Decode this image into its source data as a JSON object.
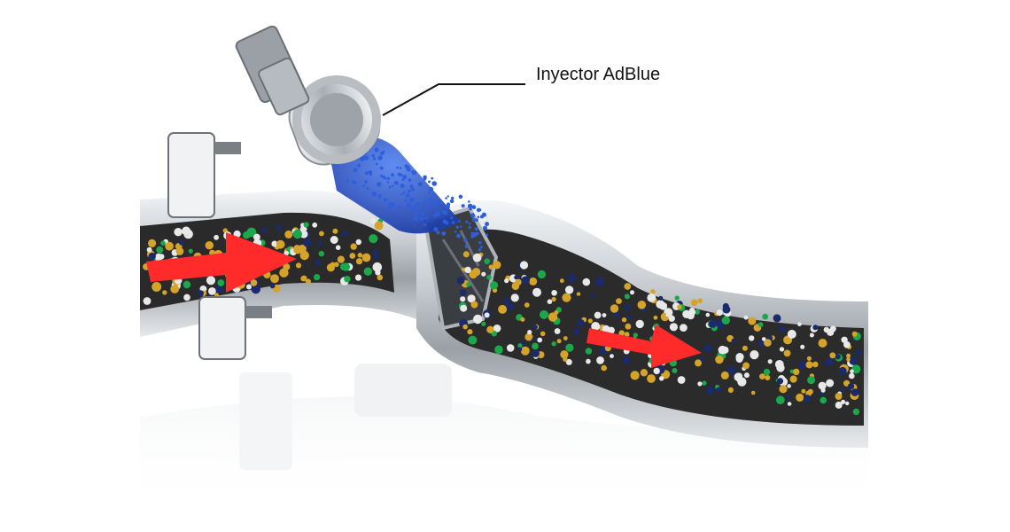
{
  "labels": {
    "injector_label": "Inyector AdBlue"
  },
  "colors": {
    "background": "#ffffff",
    "pipe_metal": "#c9cdd2",
    "pipe_interior": "#2a2a2a",
    "flow_arrow": "#ff2a2a",
    "adblue_spray": "#2f5fd8",
    "particle_gold": "#d4a32a",
    "particle_white": "#e8e8e8",
    "particle_navy": "#1a2a6a",
    "particle_green": "#1aa84a",
    "leader_line": "#111111"
  },
  "icons": {
    "flow_arrow": "red-arrow",
    "injector": "injector-body",
    "flange": "clamp-flange"
  }
}
